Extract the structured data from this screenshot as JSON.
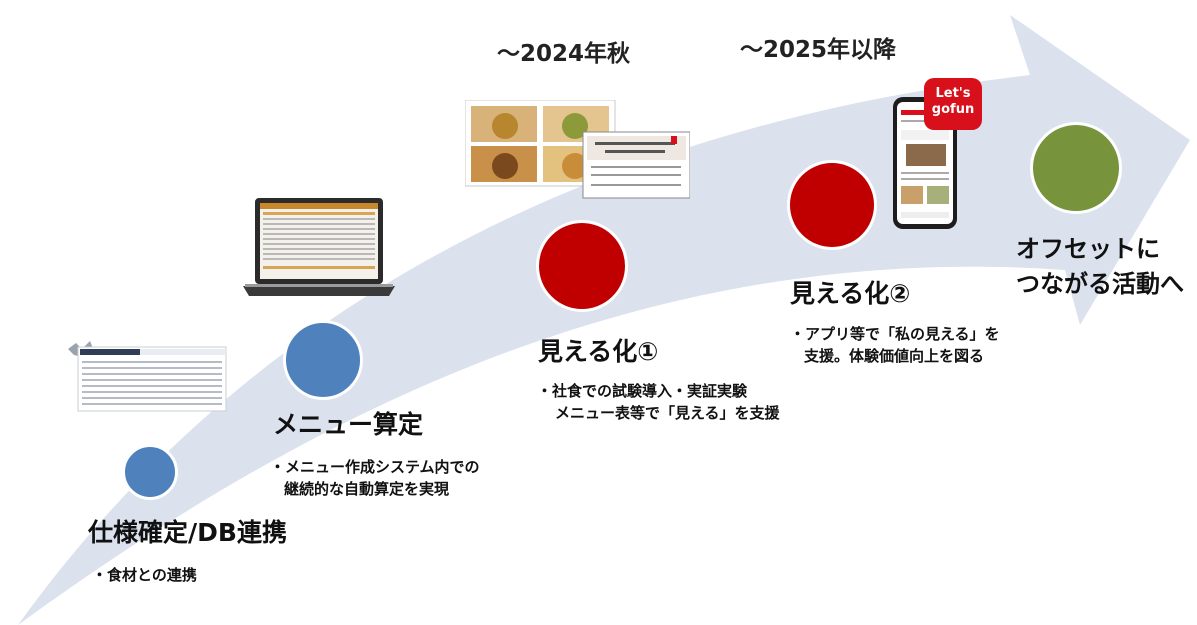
{
  "dates": {
    "d1": "〜2024年秋",
    "d2": "〜2025年以降"
  },
  "milestones": [
    {
      "title": "仕様確定/DB連携",
      "desc": [
        "・食材との連携"
      ],
      "color": "#4f81bd"
    },
    {
      "title": "メニュー算定",
      "desc": [
        "・メニュー作成システム内での",
        "継続的な自動算定を実現"
      ],
      "color": "#4f81bd"
    },
    {
      "title": "見える化①",
      "desc": [
        "・社食での試験導入・実証実験",
        "メニュー表等で「見える」を支援"
      ],
      "color": "#c00000"
    },
    {
      "title": "見える化②",
      "desc": [
        "・アプリ等で「私の見える」を",
        "支援。体験価値向上を図る"
      ],
      "color": "#c00000"
    },
    {
      "title": [
        "オフセットに",
        "つながる活動へ"
      ],
      "color": "#77933c"
    }
  ],
  "app_badge": [
    "Let's",
    "gofun"
  ],
  "colors": {
    "arrow": "#dbe2ee",
    "brand_red": "#d7101b"
  }
}
